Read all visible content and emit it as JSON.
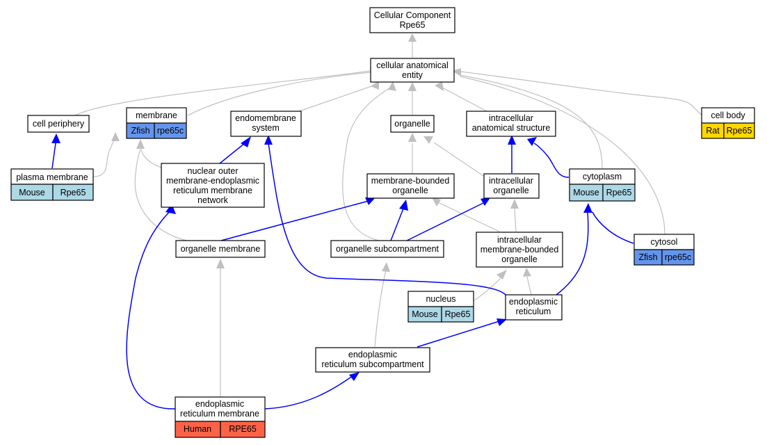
{
  "colors": {
    "mouse": "#add8e6",
    "zfish": "#6495ed",
    "rat": "#ffd700",
    "human": "#ff6347",
    "edge_is_a": "#c0c0c0",
    "edge_part_of": "#0000ff"
  },
  "nodes": {
    "cellular_component": {
      "line1": "Cellular Component",
      "line2": "Rpe65"
    },
    "cellular_anatomical_entity": {
      "line1": "cellular anatomical",
      "line2": "entity"
    },
    "cell_periphery": {
      "line1": "cell periphery"
    },
    "membrane": {
      "line1": "membrane",
      "species": "Zfish",
      "gene": "rpe65c"
    },
    "endomembrane_system": {
      "line1": "endomembrane",
      "line2": "system"
    },
    "organelle": {
      "line1": "organelle"
    },
    "intracellular_anatomical_structure": {
      "line1": "intracellular",
      "line2": "anatomical structure"
    },
    "cell_body": {
      "line1": "cell body",
      "species": "Rat",
      "gene": "Rpe65"
    },
    "plasma_membrane": {
      "line1": "plasma membrane",
      "species": "Mouse",
      "gene": "Rpe65"
    },
    "nuclear_outer_membrane": {
      "line1": "nuclear outer",
      "line2": "membrane-endoplasmic",
      "line3": "reticulum membrane",
      "line4": "network"
    },
    "membrane_bounded_organelle": {
      "line1": "membrane-bounded",
      "line2": "organelle"
    },
    "intracellular_organelle": {
      "line1": "intracellular",
      "line2": "organelle"
    },
    "cytoplasm": {
      "line1": "cytoplasm",
      "species": "Mouse",
      "gene": "Rpe65"
    },
    "organelle_membrane": {
      "line1": "organelle membrane"
    },
    "organelle_subcompartment": {
      "line1": "organelle subcompartment"
    },
    "intracellular_membrane_bounded_organelle": {
      "line1": "intracellular",
      "line2": "membrane-bounded",
      "line3": "organelle"
    },
    "cytosol": {
      "line1": "cytosol",
      "species": "Zfish",
      "gene": "rpe65c"
    },
    "nucleus": {
      "line1": "nucleus",
      "species": "Mouse",
      "gene": "Rpe65"
    },
    "endoplasmic_reticulum": {
      "line1": "endoplasmic",
      "line2": "reticulum"
    },
    "er_subcompartment": {
      "line1": "endoplasmic",
      "line2": "reticulum subcompartment"
    },
    "er_membrane": {
      "line1": "endoplasmic",
      "line2": "reticulum membrane",
      "species": "Human",
      "gene": "RPE65"
    }
  }
}
